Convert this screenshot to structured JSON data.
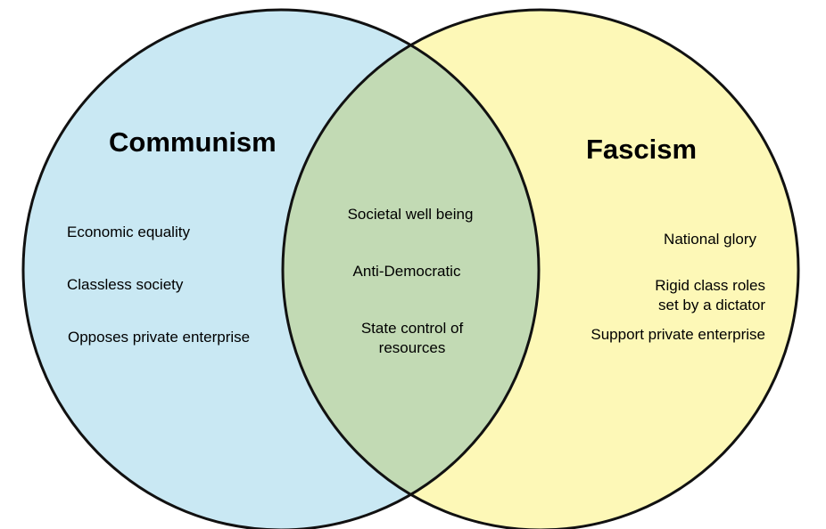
{
  "diagram": {
    "type": "venn",
    "colors": {
      "left_fill": "#c9e8f3",
      "right_fill": "#fdf8b7",
      "overlap_fill": "#c2dab4",
      "outline": "#111111"
    },
    "left": {
      "title": "Communism",
      "items": [
        "Economic equality",
        "Classless society",
        "Opposes private enterprise"
      ]
    },
    "overlap": {
      "items": [
        "Societal well being",
        "Anti-Democratic",
        "State control of\nresources"
      ]
    },
    "right": {
      "title": "Fascism",
      "items": [
        "National glory",
        "Rigid class roles\nset by a dictator",
        "Support private enterprise"
      ]
    }
  }
}
